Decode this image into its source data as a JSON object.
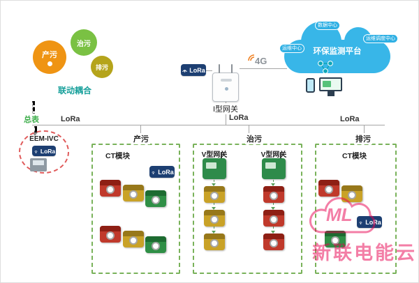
{
  "colors": {
    "lora_badge": "#1d3f72",
    "cloud_blue": "#38b6e8",
    "zone_border_green": "#79b25a",
    "watermark_red": "#e8004f",
    "device_red": "#c0392b",
    "device_yellow": "#c9a227",
    "device_green": "#2f8f46",
    "gear_orange": "#ef9413",
    "gear_green": "#7ac143",
    "gear_olive": "#b5a41b"
  },
  "gears": {
    "produce": "产污",
    "treat": "治污",
    "discharge": "排污",
    "caption": "联动耦合"
  },
  "gateway": {
    "label": "I型网关",
    "lora": "LoRa",
    "cell": "4G"
  },
  "cloud": {
    "title": "环保监测平台",
    "node_top": "数据中心",
    "node_left": "运维中心",
    "node_right": "运维调度中心"
  },
  "bus": {
    "left": "LoRa",
    "center": "LoRa",
    "right": "LoRa"
  },
  "meter": {
    "caption": "总表",
    "model": "EEM-IVC",
    "lora": "LoRa"
  },
  "zone_produce": {
    "title": "产污",
    "module": "CT模块",
    "lora": "LoRa"
  },
  "zone_treat": {
    "title": "治污",
    "gateway_left": "V型网关",
    "gateway_right": "V型网关"
  },
  "zone_discharge": {
    "title": "排污",
    "module": "CT模块",
    "lora": "LoRa"
  },
  "watermark": {
    "logo": "ML",
    "text": "新联电能云"
  }
}
